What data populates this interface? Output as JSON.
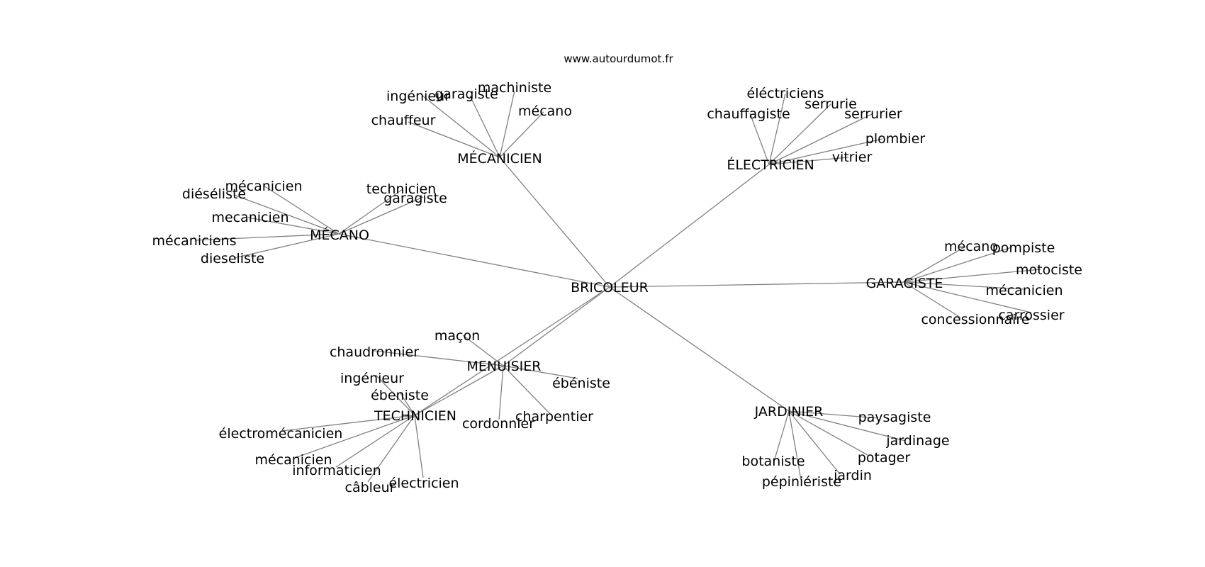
{
  "watermark": "www.autourdumot.fr",
  "root": "BRICOLEUR",
  "hubs": [
    {
      "id": "mecanicien",
      "label": "MÉCANICIEN",
      "children": [
        "ingénieur",
        "garagiste",
        "machiniste",
        "mécano",
        "chauffeur"
      ]
    },
    {
      "id": "electricien",
      "label": "ÉLECTRICIEN",
      "children": [
        "éléctriciens",
        "chauffagiste",
        "serrurie",
        "serrurier",
        "plombier",
        "vitrier"
      ]
    },
    {
      "id": "mecano",
      "label": "MÉCANO",
      "children": [
        "mécanicien",
        "diéséliste",
        "mecanicien",
        "mécaniciens",
        "dieseliste",
        "technicien",
        "garagiste"
      ]
    },
    {
      "id": "garagiste",
      "label": "GARAGISTE",
      "children": [
        "mécano",
        "pompiste",
        "motociste",
        "mécanicien",
        "carrossier",
        "concessionnaire"
      ]
    },
    {
      "id": "menuisier",
      "label": "MENUISIER",
      "children": [
        "maçon",
        "chaudronnier",
        "ébéniste",
        "charpentier",
        "cordonnier"
      ]
    },
    {
      "id": "technicien",
      "label": "TECHNICIEN",
      "children": [
        "ingénieur",
        "ébeniste",
        "électromécanicien",
        "mécanicien",
        "informaticien",
        "câbleur",
        "électricien"
      ]
    },
    {
      "id": "jardinier",
      "label": "JARDINIER",
      "children": [
        "paysagiste",
        "jardinage",
        "potager",
        "jardin",
        "pépiniériste",
        "botaniste"
      ]
    }
  ]
}
